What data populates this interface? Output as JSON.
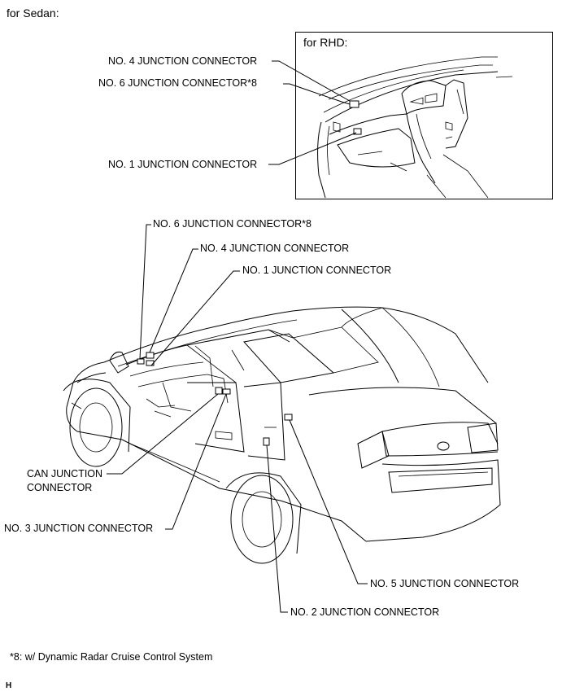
{
  "heading": "for Sedan:",
  "rhd": {
    "title": "for RHD:",
    "labels": {
      "no4": "NO. 4 JUNCTION CONNECTOR",
      "no6": "NO. 6 JUNCTION CONNECTOR*8",
      "no1": "NO. 1 JUNCTION CONNECTOR"
    }
  },
  "main": {
    "labels": {
      "no6": "NO. 6 JUNCTION CONNECTOR*8",
      "no4": "NO. 4 JUNCTION CONNECTOR",
      "no1": "NO. 1 JUNCTION CONNECTOR",
      "can_line1": "CAN JUNCTION",
      "can_line2": "CONNECTOR",
      "no3": "NO. 3 JUNCTION CONNECTOR",
      "no5": "NO. 5 JUNCTION CONNECTOR",
      "no2": "NO. 2 JUNCTION CONNECTOR"
    }
  },
  "footnote": "*8: w/ Dynamic Radar Cruise Control System",
  "figure_code": "H"
}
